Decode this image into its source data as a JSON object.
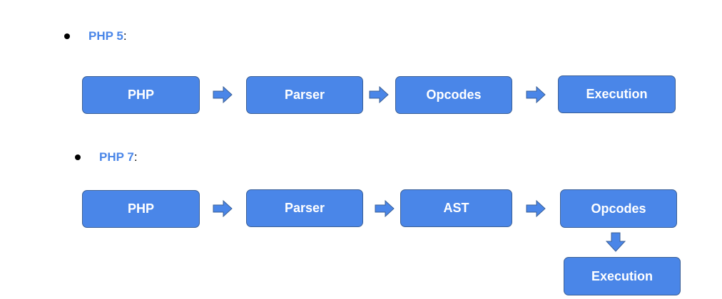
{
  "sections": [
    {
      "title": "PHP 5",
      "colon": ":",
      "steps": [
        "PHP",
        "Parser",
        "Opcodes",
        "Execution"
      ]
    },
    {
      "title": "PHP 7",
      "colon": ":",
      "steps": [
        "PHP",
        "Parser",
        "AST",
        "Opcodes",
        "Execution"
      ]
    }
  ],
  "colors": {
    "box_fill": "#4a86e8",
    "box_border": "#3a5f96",
    "title_text": "#4a86e8",
    "arrow_fill": "#4a86e8"
  },
  "icons": [
    "right-arrow-icon",
    "down-arrow-icon"
  ]
}
